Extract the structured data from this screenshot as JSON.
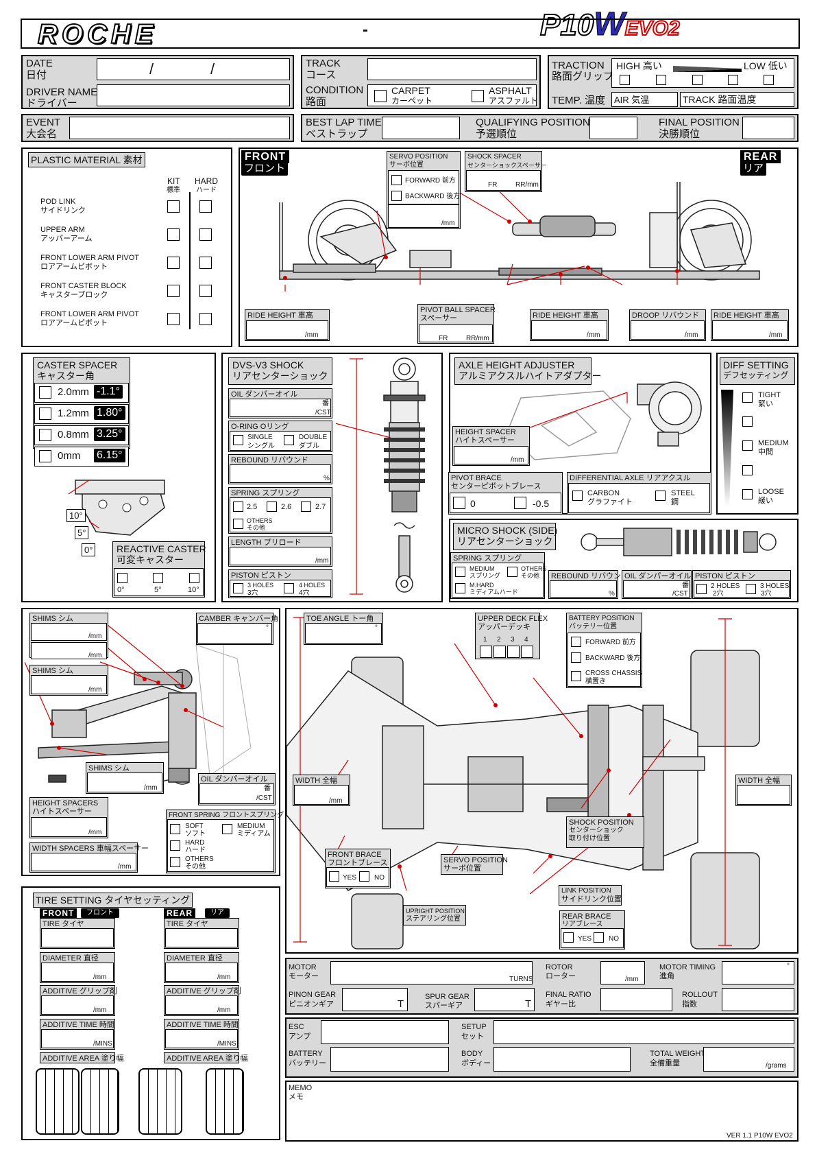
{
  "brand": "ROCHE",
  "dash": "-",
  "model": {
    "main": "P10",
    "w": "W",
    "evo": "EVO2"
  },
  "date": {
    "en": "DATE",
    "jp": "日付",
    "slash": "/"
  },
  "driver": {
    "en": "DRIVER NAME",
    "jp": "ドライバー"
  },
  "track": {
    "en": "TRACK",
    "jp": "コース"
  },
  "condition": {
    "en": "CONDITION",
    "jp": "路面",
    "carpet_en": "CARPET",
    "carpet_jp": "カーペット",
    "asphalt_en": "ASPHALT",
    "asphalt_jp": "アスファルト"
  },
  "traction": {
    "en": "TRACTION",
    "jp": "路面グリップ",
    "high": "HIGH 高い",
    "low": "LOW 低い"
  },
  "temp": {
    "en": "TEMP.",
    "jp": "温度",
    "air": "AIR 気温",
    "track": "TRACK 路面温度"
  },
  "event": {
    "en": "EVENT",
    "jp": "大会名"
  },
  "bestlap": {
    "en": "BEST LAP TIME",
    "jp": "ベストラップ"
  },
  "qualifying": {
    "en": "QUALIFYING POSITION",
    "jp": "予選順位"
  },
  "final": {
    "en": "FINAL POSITION",
    "jp": "決勝順位"
  },
  "plastic": {
    "title": "PLASTIC MATERIAL 素材",
    "kit": "KIT",
    "kit_jp": "標準",
    "hard": "HARD",
    "hard_jp": "ハード",
    "rows": [
      {
        "en": "POD LINK",
        "jp": "サイドリンク"
      },
      {
        "en": "UPPER ARM",
        "jp": "アッパーアーム"
      },
      {
        "en": "FRONT LOWER ARM PIVOT",
        "jp": "ロアアームピボット"
      },
      {
        "en": "FRONT CASTER BLOCK",
        "jp": "キャスターブロック"
      },
      {
        "en": "FRONT LOWER ARM PIVOT",
        "jp": "ロアアームピボット"
      }
    ]
  },
  "side": {
    "front": "FRONT",
    "front_jp": "フロント",
    "rear": "REAR",
    "rear_jp": "リア",
    "servo": {
      "title": "SERVO POSITION",
      "jp": "サーボ位置",
      "fwd": "FORWARD 前方",
      "bwd": "BACKWARD 後方",
      "unit": "/mm"
    },
    "shockspacer": {
      "title": "SHOCK SPACER",
      "jp": "センターショックスペーサー",
      "fr": "FR",
      "rr": "RR/mm"
    },
    "ride1": "RIDE HEIGHT 車高",
    "pivotball": {
      "title": "PIVOT BALL SPACER",
      "jp": "スペーサー",
      "fr": "FR",
      "rr": "RR/mm"
    },
    "ride2": "RIDE HEIGHT 車高",
    "droop": "DROOP リバウンド",
    "ride3": "RIDE HEIGHT 車高",
    "unit": "/mm"
  },
  "caster": {
    "title": "CASTER SPACER",
    "jp": "キャスター角",
    "rows": [
      {
        "mm": "2.0mm",
        "deg": "-1.1°"
      },
      {
        "mm": "1.2mm",
        "deg": "1.80°"
      },
      {
        "mm": "0.8mm",
        "deg": "3.25°"
      },
      {
        "mm": "0mm",
        "deg": "6.15°"
      }
    ],
    "angles": [
      "10°",
      "5°",
      "0°"
    ],
    "reactive": "REACTIVE CASTER",
    "reactive_jp": "可変キャスター",
    "opts": [
      "0°",
      "5°",
      "10°"
    ]
  },
  "dvs": {
    "title": "DVS-V3 SHOCK",
    "jp": "リアセンターショック",
    "oil": "OIL ダンパーオイル",
    "oil_u1": "番",
    "oil_u2": "/CST",
    "oring": "O-RING Oリング",
    "single": "SINGLE",
    "single_jp": "シングル",
    "double": "DOUBLE",
    "double_jp": "ダブル",
    "rebound": "REBOUND リバウンド",
    "rebound_u": "%",
    "spring": "SPRING スプリング",
    "s1": "2.5",
    "s2": "2.6",
    "s3": "2.7",
    "others": "OTHERS",
    "others_jp": "その他",
    "length": "LENGTH プリロード",
    "length_u": "/mm",
    "piston": "PISTON ピストン",
    "p1": "3 HOLES",
    "p1_jp": "3穴",
    "p2": "4 HOLES",
    "p2_jp": "4穴"
  },
  "axle": {
    "title": "AXLE HEIGHT ADJUSTER",
    "jp": "アルミアクスルハイトアダプター",
    "hs": "HEIGHT SPACER",
    "hs_jp": "ハイトスペーサー",
    "unit": "/mm"
  },
  "pivotbrace": {
    "title": "PIVOT BRACE",
    "jp": "センターピボットブレース",
    "o1": "0",
    "o2": "-0.5"
  },
  "diffaxle": {
    "title": "DIFFERENTIAL AXLE リアアクスル",
    "carbon": "CARBON",
    "carbon_jp": "グラファイト",
    "steel": "STEEL",
    "steel_jp": "鋼"
  },
  "diff": {
    "title": "DIFF SETTING",
    "jp": "デフセッティング",
    "tight": "TIGHT",
    "tight_jp": "緊い",
    "medium": "MEDIUM",
    "medium_jp": "中間",
    "loose": "LOOSE",
    "loose_jp": "緩い"
  },
  "micro": {
    "title": "MICRO SHOCK (SIDE)",
    "jp": "リアセンターショック",
    "spring": "SPRING スプリング",
    "medium": "MEDIUM",
    "medium_jp": "スプリング",
    "others": "OTHERS",
    "others_jp": "その他",
    "mhard": "M.HARD",
    "mhard_jp": "ミディアムハード",
    "rebound": "REBOUND リバウンド",
    "rebound_u": "%",
    "oil": "OIL ダンパーオイル",
    "oil_u1": "番",
    "oil_u2": "/CST",
    "piston": "PISTON ピストン",
    "p1": "2 HOLES",
    "p1_jp": "2穴",
    "p2": "3 HOLES",
    "p2_jp": "3穴"
  },
  "front": {
    "shims1": "SHIMS シム",
    "camber": "CAMBER キャンバー角",
    "deg": "°",
    "shims2": "SHIMS シム",
    "shims3": "SHIMS シム",
    "oil": "OIL ダンパーオイル",
    "oil_u1": "番",
    "oil_u2": "/CST",
    "height": "HEIGHT SPACERS",
    "height_jp": "ハイトスペーサー",
    "fspring": "FRONT SPRING フロントスプリング",
    "soft": "SOFT",
    "soft_jp": "ソフト",
    "medium": "MEDIUM",
    "medium_jp": "ミディアム",
    "hard": "HARD",
    "hard_jp": "ハード",
    "others": "OTHERS",
    "others_jp": "その他",
    "width": "WIDTH SPACERS 車幅スペーサー",
    "unit": "/mm"
  },
  "top": {
    "toe": "TOE ANGLE トー角",
    "deg": "°",
    "upper": "UPPER DECK FLEX",
    "upper_jp": "アッパーデッキ",
    "nums": [
      "1",
      "2",
      "3",
      "4"
    ],
    "battery": "BATTERY POSITION",
    "battery_jp": "バッテリー位置",
    "fwd": "FORWARD 前方",
    "bwd": "BACKWARD 後方",
    "cross": "CROSS CHASSIS",
    "cross_jp": "横置き",
    "width": "WIDTH 全幅",
    "unit": "/mm",
    "shockpos": "SHOCK POSITION",
    "shockpos_jp1": "センターショック",
    "shockpos_jp2": "取り付け位置",
    "frontbrace": "FRONT BRACE",
    "frontbrace_jp": "フロントブレース",
    "yes": "YES",
    "no": "NO",
    "servo": "SERVO POSITION",
    "servo_jp": "サーボ位置",
    "link": "LINK POSITION",
    "link_jp": "サイドリンク位置",
    "upright": "UPRIGHT POSITION",
    "upright_jp": "ステアリング位置",
    "rearbrace": "REAR BRACE",
    "rearbrace_jp": "リアブレース",
    "width2": "WIDTH 全幅"
  },
  "tire": {
    "title": "TIRE SETTING タイヤセッティング",
    "front": "FRONT",
    "front_jp": "フロント",
    "rear": "REAR",
    "rear_jp": "リア",
    "tire": "TIRE タイヤ",
    "dia": "DIAMETER 直径",
    "add": "ADDITIVE グリップ剤",
    "time": "ADDITIVE TIME 時間",
    "area": "ADDITIVE AREA 塗り幅",
    "mm": "/mm",
    "mins": "/MINS"
  },
  "motor": {
    "en": "MOTOR",
    "jp": "モーター",
    "turns": "TURNS",
    "rotor": "ROTOR",
    "rotor_jp": "ローター",
    "rotor_u": "/mm",
    "timing": "MOTOR TIMING",
    "timing_jp": "進角",
    "deg": "°",
    "pinion": "PINON GEAR",
    "pinion_jp": "ピニオンギア",
    "t": "T",
    "spur": "SPUR GEAR",
    "spur_jp": "スパーギア",
    "ratio": "FINAL RATIO",
    "ratio_jp": "ギヤー比",
    "rollout": "ROLLOUT",
    "rollout_jp": "指数"
  },
  "esc": {
    "en": "ESC",
    "jp": "アンプ",
    "setup": "SETUP",
    "setup_jp": "セット",
    "battery": "BATTERY",
    "battery_jp": "バッテリー",
    "body": "BODY",
    "body_jp": "ボディー",
    "weight": "TOTAL WEIGHT",
    "weight_jp": "全備重量",
    "grams": "/grams"
  },
  "memo": {
    "en": "MEMO",
    "jp": "メモ",
    "ver": "VER 1.1 P10W EVO2"
  }
}
